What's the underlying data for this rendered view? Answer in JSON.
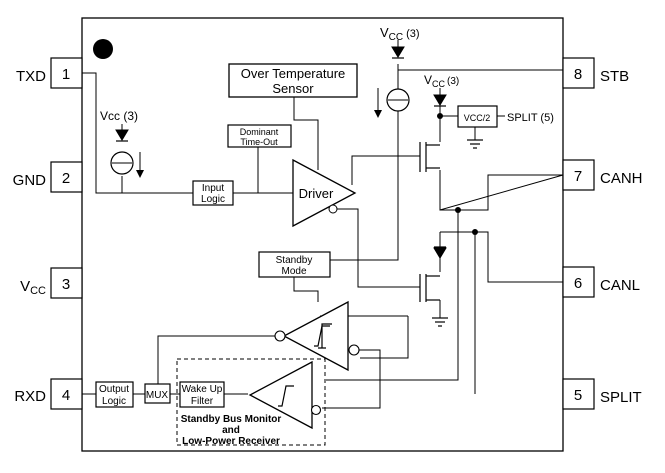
{
  "pins": {
    "txd": {
      "name": "TXD",
      "num": "1"
    },
    "gnd": {
      "name": "GND",
      "num": "2"
    },
    "vcc_main": "V",
    "vcc_sub": "CC",
    "vcc_num": "3",
    "rxd": {
      "name": "RXD",
      "num": "4"
    },
    "split": {
      "name": "SPLIT",
      "num": "5"
    },
    "canl": {
      "name": "CANL",
      "num": "6"
    },
    "canh": {
      "name": "CANH",
      "num": "7"
    },
    "stb": {
      "name": "STB",
      "num": "8"
    }
  },
  "blocks": {
    "over_temp_l1": "Over Temperature",
    "over_temp_l2": "Sensor",
    "dominant_l1": "Dominant",
    "dominant_l2": "Time-Out",
    "input_logic_l1": "Input",
    "input_logic_l2": "Logic",
    "driver": "Driver",
    "standby_l1": "Standby",
    "standby_l2": "Mode",
    "output_logic_l1": "Output",
    "output_logic_l2": "Logic",
    "mux": "MUX",
    "wakeup_l1": "Wake Up",
    "wakeup_l2": "Filter",
    "monitor_l1": "Standby Bus Monitor",
    "monitor_l2": "and",
    "monitor_l3": "Low-Power Receiver",
    "vcc2": "VCC/2"
  },
  "supplies": {
    "vcc3_top_main": "V",
    "vcc3_top_sub": "CC",
    "vcc3_top_num": "(3)",
    "vcc3_mid_main": "V",
    "vcc3_mid_sub": "CC",
    "vcc3_mid_num": "(3)",
    "vcc3_left": "Vcc (3)",
    "split5": "SPLIT (5)"
  }
}
